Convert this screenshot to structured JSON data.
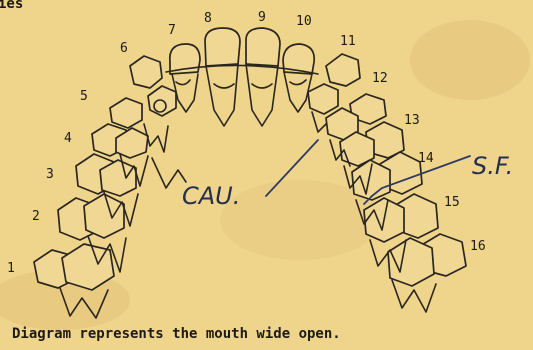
{
  "header_fragment": "ies",
  "tooth_numbers": [
    "1",
    "2",
    "3",
    "4",
    "5",
    "6",
    "7",
    "8",
    "9",
    "10",
    "11",
    "12",
    "13",
    "14",
    "15",
    "16"
  ],
  "annotations": {
    "left_note": "CAU.",
    "right_note": "S.F."
  },
  "caption": "Diagram represents the mouth wide open.",
  "colors": {
    "paper": "#efd48c",
    "ink": "#2a2620",
    "pen": "#2f3a63"
  }
}
